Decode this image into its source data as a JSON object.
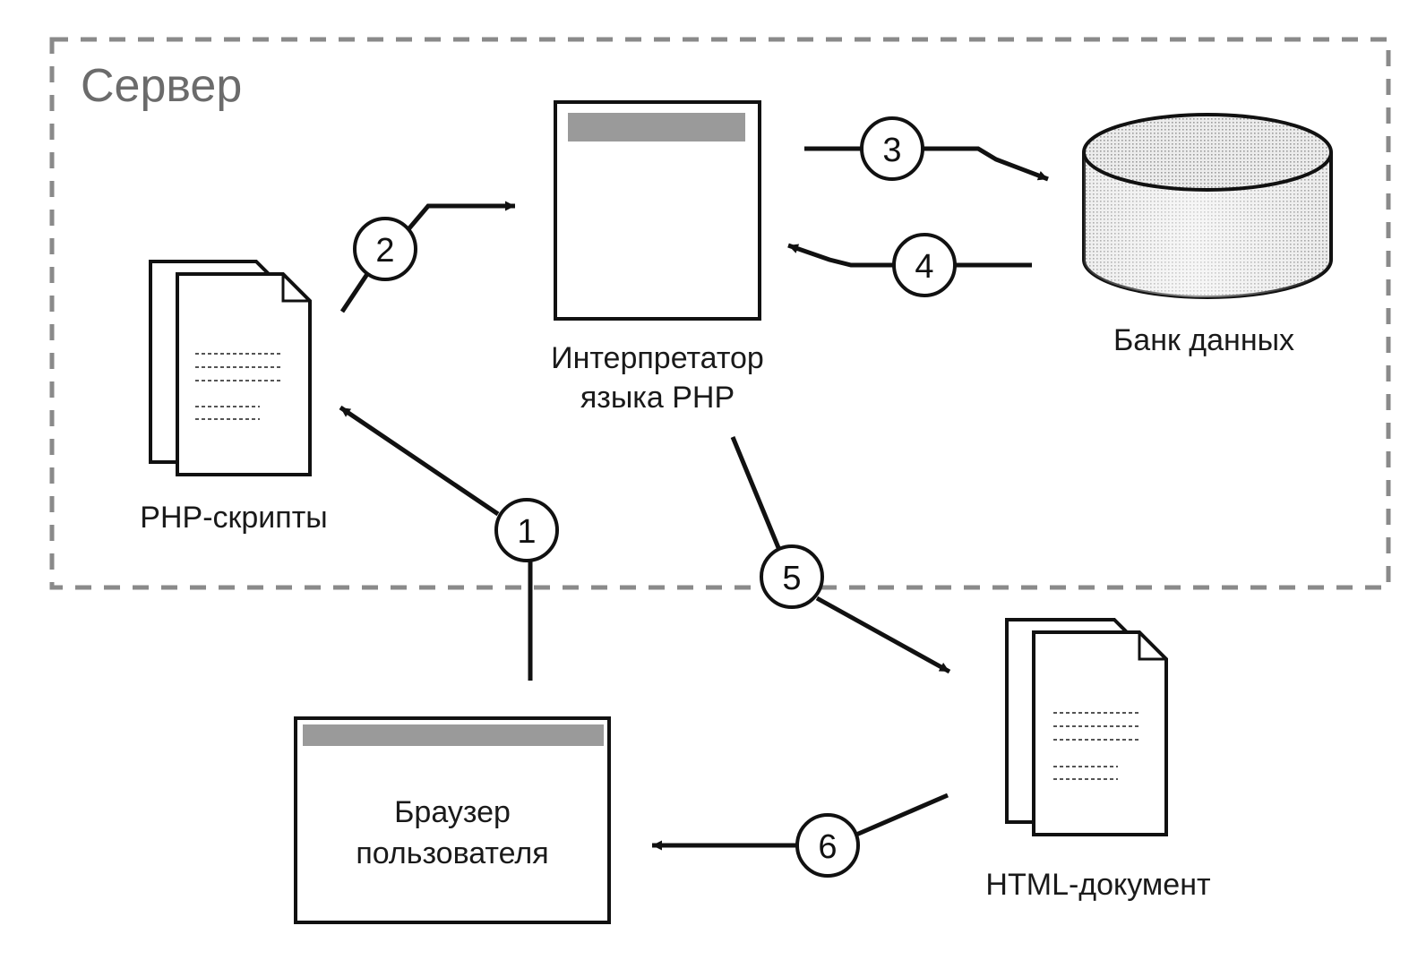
{
  "server": {
    "title": "Сервер"
  },
  "nodes": {
    "php_scripts": {
      "label": "PHP-скрипты"
    },
    "interpreter": {
      "line1": "Интерпретатор",
      "line2": "языка PHP"
    },
    "database": {
      "label": "Банк данных"
    },
    "html_document": {
      "label": "HTML-документ"
    },
    "browser": {
      "line1": "Браузер",
      "line2": "пользователя"
    }
  },
  "steps": [
    "1",
    "2",
    "3",
    "4",
    "5",
    "6"
  ],
  "colors": {
    "line": "#111111",
    "dash": "#8a8a8a",
    "bar": "#9a9a9a",
    "page_bg": "#ffffff"
  }
}
